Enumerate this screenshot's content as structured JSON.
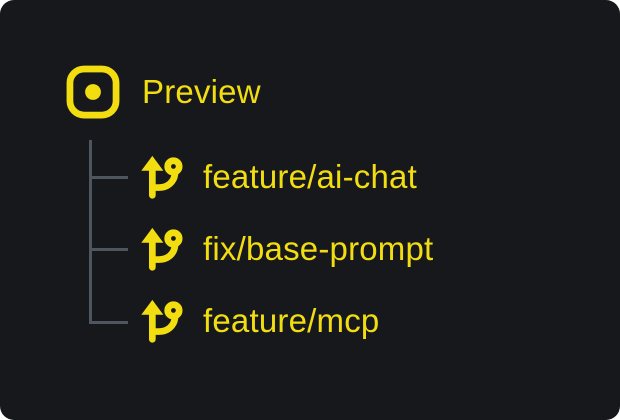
{
  "theme": {
    "background": "#17181c",
    "accent": "#f2de10",
    "tree_line": "#4e555e",
    "page_outside": "#ffffff"
  },
  "tree": {
    "root": {
      "label": "Preview",
      "icon": "preview-frame-dot-icon"
    },
    "branches": [
      {
        "label": "feature/ai-chat",
        "icon": "git-branch-icon"
      },
      {
        "label": "fix/base-prompt",
        "icon": "git-branch-icon"
      },
      {
        "label": "feature/mcp",
        "icon": "git-branch-icon"
      }
    ]
  }
}
